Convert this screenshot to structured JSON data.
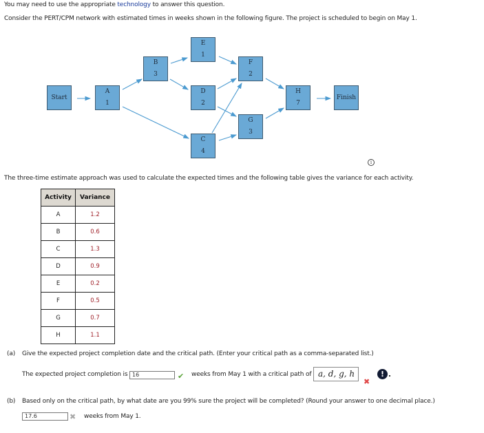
{
  "intro": {
    "line1_pre": "You may need to use the appropriate ",
    "line1_link": "technology",
    "line1_post": " to answer this question.",
    "line2": "Consider the PERT/CPM network with estimated times in weeks shown in the following figure. The project is scheduled to begin on May 1."
  },
  "network": {
    "nodes": [
      {
        "id": "start",
        "label": "Start",
        "time": ""
      },
      {
        "id": "A",
        "label": "A",
        "time": "1"
      },
      {
        "id": "B",
        "label": "B",
        "time": "3"
      },
      {
        "id": "E",
        "label": "E",
        "time": "1"
      },
      {
        "id": "D",
        "label": "D",
        "time": "2"
      },
      {
        "id": "C",
        "label": "C",
        "time": "4"
      },
      {
        "id": "F",
        "label": "F",
        "time": "2"
      },
      {
        "id": "G",
        "label": "G",
        "time": "3"
      },
      {
        "id": "H",
        "label": "H",
        "time": "7"
      },
      {
        "id": "finish",
        "label": "Finish",
        "time": ""
      }
    ],
    "edges": [
      [
        "Start",
        "A"
      ],
      [
        "A",
        "B"
      ],
      [
        "A",
        "C"
      ],
      [
        "B",
        "E"
      ],
      [
        "B",
        "D"
      ],
      [
        "E",
        "F"
      ],
      [
        "D",
        "F"
      ],
      [
        "D",
        "G"
      ],
      [
        "C",
        "F"
      ],
      [
        "C",
        "G"
      ],
      [
        "F",
        "H"
      ],
      [
        "G",
        "H"
      ],
      [
        "H",
        "Finish"
      ]
    ],
    "node_color": "#6aa9d6",
    "arrow_color": "#4b9ad0"
  },
  "variance_intro": "The three-time estimate approach was used to calculate the expected times and the following table gives the variance for each activity.",
  "table": {
    "headers": [
      "Activity",
      "Variance"
    ],
    "rows": [
      [
        "A",
        "1.2"
      ],
      [
        "B",
        "0.6"
      ],
      [
        "C",
        "1.3"
      ],
      [
        "D",
        "0.9"
      ],
      [
        "E",
        "0.2"
      ],
      [
        "F",
        "0.5"
      ],
      [
        "G",
        "0.7"
      ],
      [
        "H",
        "1.1"
      ]
    ]
  },
  "part_a": {
    "label": "(a)",
    "question": "Give the expected project completion date and the critical path. (Enter your critical path as a comma-separated list.)",
    "prefix": "The expected project completion is",
    "completion_value": "16",
    "completion_status": "correct",
    "middle": "weeks from May 1 with a critical path of",
    "critical_path_value": "a, d, g, h",
    "critical_path_status": "incorrect"
  },
  "part_b": {
    "label": "(b)",
    "question": "Based only on the critical path, by what date are you 99% sure the project will be completed? (Round your answer to one decimal place.)",
    "answer_value": "17.6",
    "answer_status": "incorrect",
    "suffix": "weeks from May 1."
  },
  "icons": {
    "check": "✔",
    "cross": "✖",
    "alert": "!",
    "info": "i"
  }
}
